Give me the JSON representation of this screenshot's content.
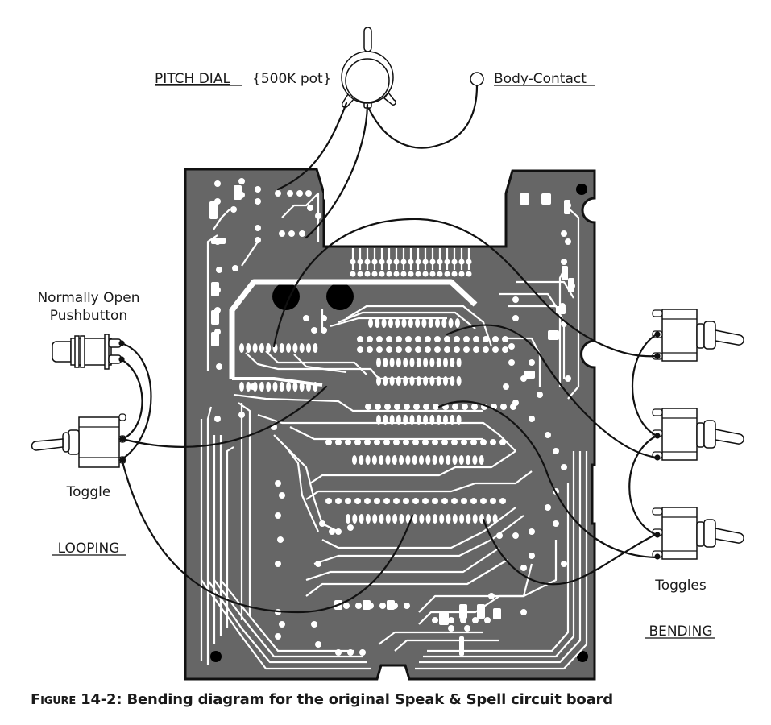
{
  "figure": {
    "caption_prefix": "Figure 14-2:",
    "caption_text": "Bending diagram for the original Speak & Spell circuit board"
  },
  "labels": {
    "pitch_dial": "PITCH DIAL",
    "pot_value": "{500K pot}",
    "body_contact": "Body-Contact",
    "pushbutton_line1": "Normally Open",
    "pushbutton_line2": "Pushbutton",
    "toggle": "Toggle",
    "looping": "LOOPING",
    "toggles": "Toggles",
    "bending": "BENDING"
  },
  "components": {
    "potentiometer": {
      "name": "Pitch dial potentiometer",
      "value": "500K"
    },
    "body_contact": {
      "name": "Body contact point"
    },
    "pushbutton": {
      "name": "Normally open pushbutton",
      "group": "Looping"
    },
    "looping_toggle": {
      "name": "Toggle switch",
      "group": "Looping"
    },
    "bending_toggles": [
      {
        "name": "Toggle 1",
        "group": "Bending"
      },
      {
        "name": "Toggle 2",
        "group": "Bending"
      },
      {
        "name": "Toggle 3",
        "group": "Bending"
      }
    ],
    "circuit_board": {
      "name": "Speak & Spell circuit board"
    }
  },
  "colors": {
    "board": "#666666",
    "board_outline": "#111111",
    "trace": "#ffffff",
    "wire": "#111111",
    "mount_hole": "#000000"
  }
}
